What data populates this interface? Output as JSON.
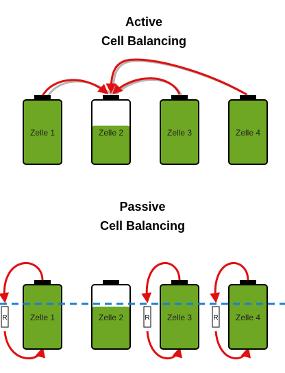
{
  "active": {
    "title_line1": "Active",
    "title_line2": "Cell Balancing",
    "cells": [
      {
        "label": "Zelle 1",
        "charge": 1.0
      },
      {
        "label": "Zelle 2",
        "charge": 0.6
      },
      {
        "label": "Zelle 3",
        "charge": 1.0
      },
      {
        "label": "Zelle 4",
        "charge": 1.0
      }
    ]
  },
  "passive": {
    "title_line1": "Passive",
    "title_line2": "Cell Balancing",
    "cells": [
      {
        "label": "Zelle 1",
        "charge": 1.0,
        "resistor": "R"
      },
      {
        "label": "Zelle 2",
        "charge": 0.66,
        "resistor": ""
      },
      {
        "label": "Zelle 3",
        "charge": 1.0,
        "resistor": "R"
      },
      {
        "label": "Zelle 4",
        "charge": 1.0,
        "resistor": "R"
      }
    ]
  },
  "colors": {
    "battery_fill": "#6ea723",
    "battery_outline": "#000000",
    "terminal": "#000000",
    "arrow": "#e01010",
    "arrow_shadow": "#b5b5b5",
    "balance_line": "#1a7fd4"
  }
}
